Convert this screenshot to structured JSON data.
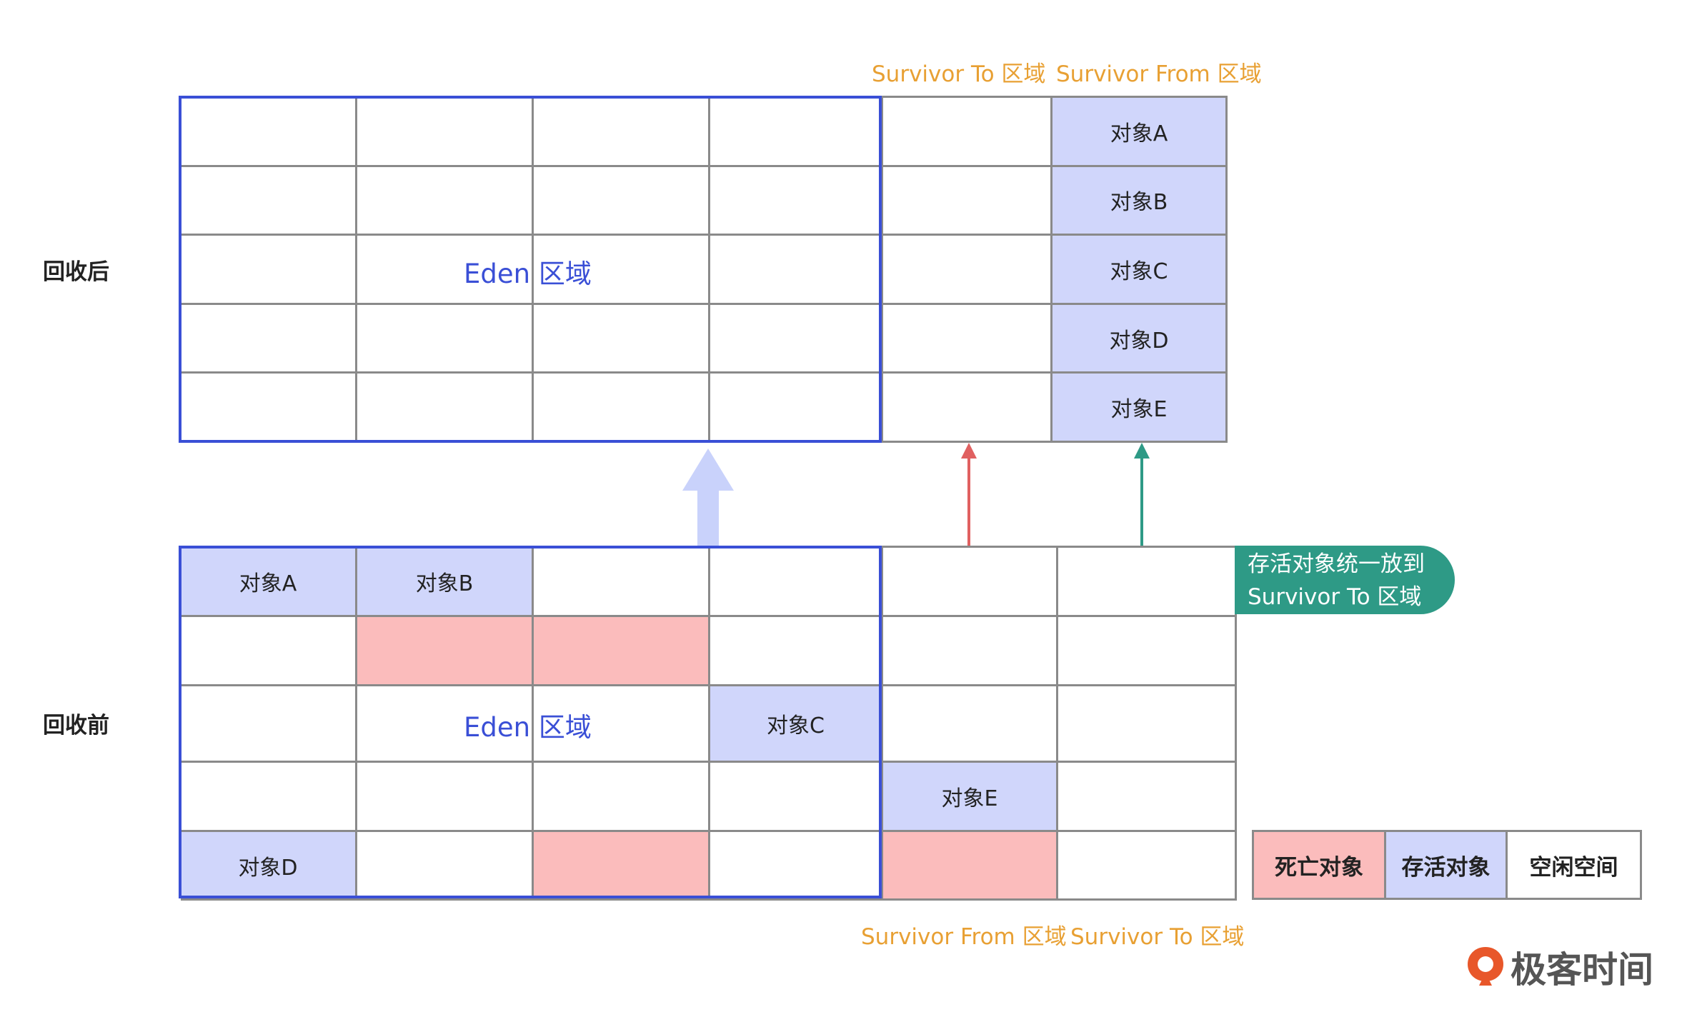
{
  "after": {
    "row_label": "回收后",
    "eden_label": "Eden 区域",
    "survivor_to_label": "Survivor To 区域",
    "survivor_from_label": "Survivor From 区域",
    "from_objects": [
      "对象A",
      "对象B",
      "对象C",
      "对象D",
      "对象E"
    ]
  },
  "before": {
    "row_label": "回收前",
    "eden_label": "Eden 区域",
    "survivor_from_label": "Survivor From 区域",
    "survivor_to_label": "Survivor To 区域",
    "eden_cells": [
      [
        {
          "t": "对象A",
          "s": "live"
        },
        {
          "t": "对象B",
          "s": "live"
        },
        {
          "t": "",
          "s": "free"
        },
        {
          "t": "",
          "s": "free"
        }
      ],
      [
        {
          "t": "",
          "s": "free"
        },
        {
          "t": "",
          "s": "dead"
        },
        {
          "t": "",
          "s": "dead"
        },
        {
          "t": "",
          "s": "free"
        }
      ],
      [
        {
          "t": "",
          "s": "free"
        },
        {
          "t": "",
          "s": "free"
        },
        {
          "t": "",
          "s": "free"
        },
        {
          "t": "对象C",
          "s": "live"
        }
      ],
      [
        {
          "t": "",
          "s": "free"
        },
        {
          "t": "",
          "s": "free"
        },
        {
          "t": "",
          "s": "free"
        },
        {
          "t": "",
          "s": "free"
        }
      ],
      [
        {
          "t": "对象D",
          "s": "live"
        },
        {
          "t": "",
          "s": "free"
        },
        {
          "t": "",
          "s": "dead"
        },
        {
          "t": "",
          "s": "free"
        }
      ]
    ],
    "survivor_cells": [
      [
        {
          "t": "",
          "s": "free"
        },
        {
          "t": "",
          "s": "free"
        }
      ],
      [
        {
          "t": "",
          "s": "free"
        },
        {
          "t": "",
          "s": "free"
        }
      ],
      [
        {
          "t": "",
          "s": "free"
        },
        {
          "t": "",
          "s": "free"
        }
      ],
      [
        {
          "t": "对象E",
          "s": "live"
        },
        {
          "t": "",
          "s": "free"
        }
      ],
      [
        {
          "t": "",
          "s": "dead"
        },
        {
          "t": "",
          "s": "free"
        }
      ]
    ]
  },
  "callout": {
    "line1": "存活对象统一放到",
    "line2": "Survivor To 区域"
  },
  "legend": {
    "dead": "死亡对象",
    "live": "存活对象",
    "free": "空闲空间"
  },
  "brand": {
    "name": "极客时间"
  },
  "colors": {
    "eden_border": "#3a4fd6",
    "live": "#d0d6fb",
    "dead": "#fbbcbc",
    "survivor_label": "#e8a033",
    "arrow_red": "#e06060",
    "arrow_teal": "#2e9a86",
    "arrow_up": "#c9d2fb",
    "callout_bg": "#2e9a86"
  }
}
